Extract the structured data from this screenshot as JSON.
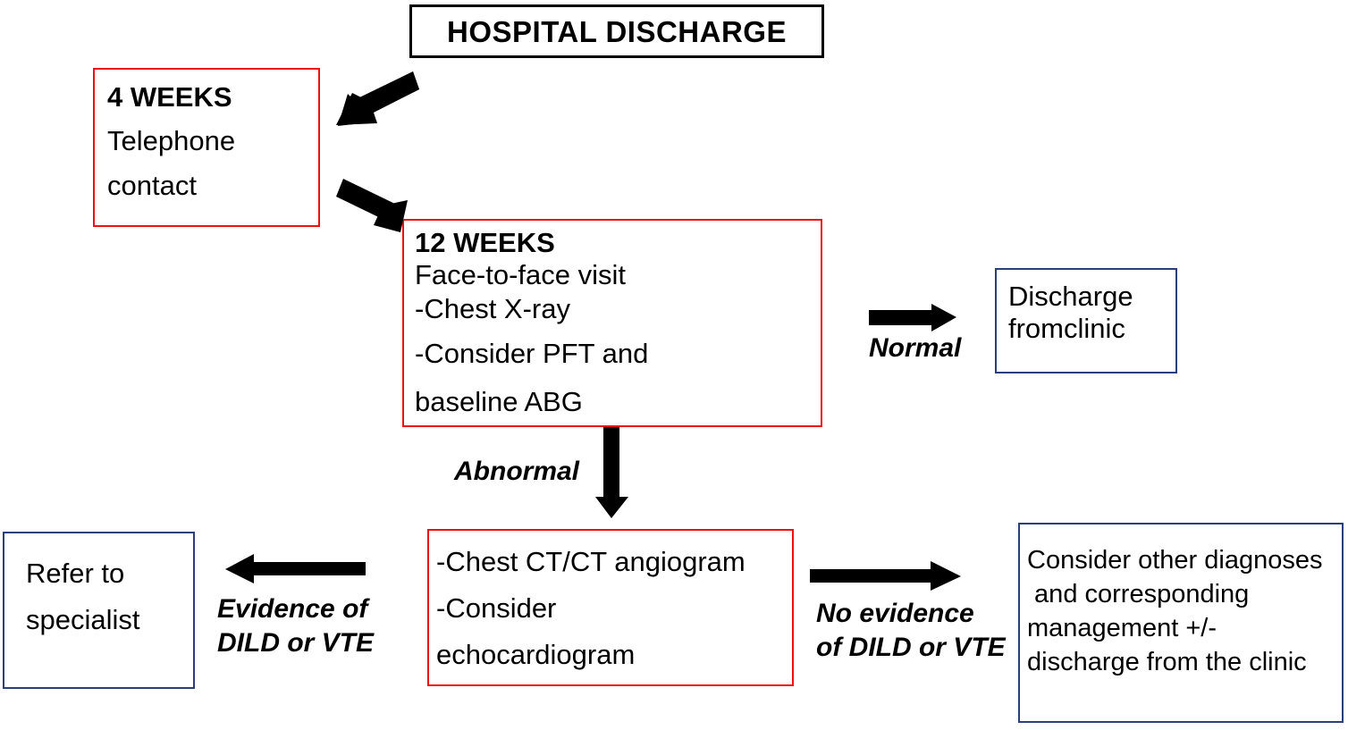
{
  "title": {
    "label": "HOSPITAL DISCHARGE"
  },
  "nodes": {
    "four_weeks": {
      "heading": "4 WEEKS",
      "lines": [
        "Telephone",
        "contact"
      ],
      "border_color": "#ee1111"
    },
    "twelve_weeks": {
      "heading": "12 WEEKS",
      "lines": [
        "Face-to-face visit",
        "-Chest X-ray",
        "-Consider PFT and",
        "baseline ABG"
      ],
      "border_color": "#ee1111"
    },
    "discharge_from_clinic": {
      "lines": [
        "Discharge",
        "fromclinic"
      ],
      "border_color": "#2a3f7a"
    },
    "chest_ct": {
      "lines": [
        "-Chest CT/CT angiogram",
        "-Consider",
        "echocardiogram"
      ],
      "border_color": "#ee1111"
    },
    "refer_to_specialist": {
      "lines": [
        "Refer to",
        "specialist"
      ],
      "border_color": "#2a3f7a"
    },
    "consider_other_diagnoses": {
      "lines": [
        "Consider other diagnoses",
        " and corresponding",
        "management +/-",
        "discharge from the clinic"
      ],
      "border_color": "#2a3f7a"
    }
  },
  "edge_labels": {
    "normal": "Normal",
    "abnormal": "Abnormal",
    "evidence": [
      "Evidence of",
      "DILD or VTE"
    ],
    "no_evidence": [
      "No evidence",
      "of DILD or VTE"
    ]
  },
  "arrows": {
    "to_four_weeks": "diagonal-down-left-arrow",
    "to_twelve_weeks": "diagonal-down-right-arrow",
    "normal_right": "right-arrow",
    "abnormal_down": "down-arrow",
    "evidence_left": "left-arrow",
    "no_evidence_right": "right-arrow"
  }
}
